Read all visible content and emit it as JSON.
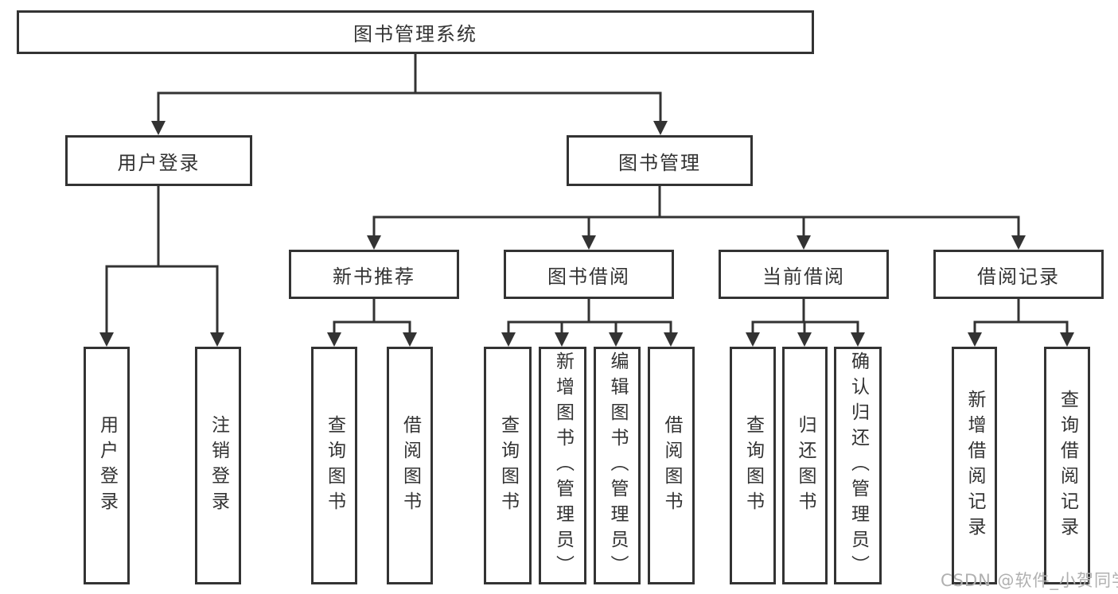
{
  "diagram": {
    "root": {
      "label": "图书管理系统"
    },
    "branches": [
      {
        "label": "用户登录",
        "children": [
          {
            "label": "用户登录"
          },
          {
            "label": "注销登录"
          }
        ]
      },
      {
        "label": "图书管理",
        "children": [
          {
            "label": "新书推荐",
            "children": [
              {
                "label": "查询图书"
              },
              {
                "label": "借阅图书"
              }
            ]
          },
          {
            "label": "图书借阅",
            "children": [
              {
                "label": "查询图书"
              },
              {
                "label": "新增图书（管理员）"
              },
              {
                "label": "编辑图书（管理员）"
              },
              {
                "label": "借阅图书"
              }
            ]
          },
          {
            "label": "当前借阅",
            "children": [
              {
                "label": "查询图书"
              },
              {
                "label": "归还图书"
              },
              {
                "label": "确认归还（管理员）"
              }
            ]
          },
          {
            "label": "借阅记录",
            "children": [
              {
                "label": "新增借阅记录"
              },
              {
                "label": "查询借阅记录"
              }
            ]
          }
        ]
      }
    ]
  },
  "watermark": {
    "text": "CSDN @软件_小贺同学"
  },
  "colors": {
    "line": "#333333",
    "border": "#333333",
    "text": "#333333",
    "watermark": "#b0b0b0",
    "background": "#ffffff"
  }
}
